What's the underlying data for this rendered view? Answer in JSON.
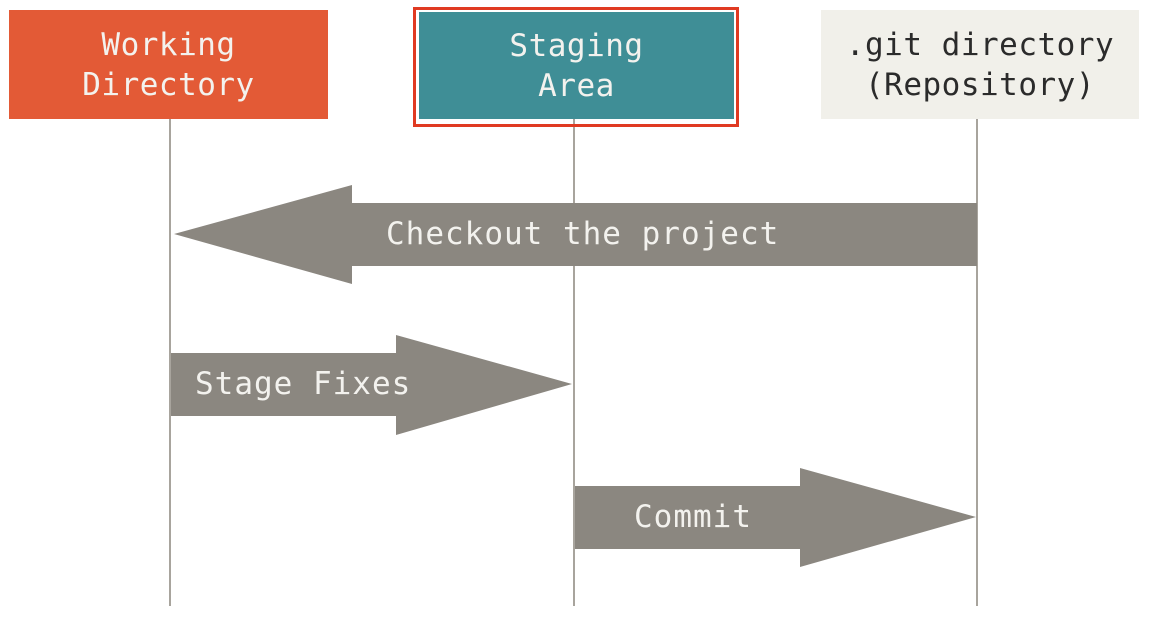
{
  "colors": {
    "working_directory": "#e35a36",
    "staging_area": "#3f8e96",
    "repository": "#f1f0ea",
    "arrow": "#8b8780",
    "lifeline": "#a8a49d",
    "highlight": "#e03a22",
    "label_light": "#f3f2ee",
    "label_dark": "#2b2b2b"
  },
  "columns": {
    "working_directory": {
      "line1": "Working",
      "line2": "Directory"
    },
    "staging_area": {
      "line1": "Staging",
      "line2": "Area"
    },
    "repository": {
      "line1": ".git directory",
      "line2": "(Repository)"
    }
  },
  "arrows": {
    "checkout": {
      "label": "Checkout the project",
      "from": "repository",
      "to": "working_directory"
    },
    "stage": {
      "label": "Stage Fixes",
      "from": "working_directory",
      "to": "staging_area"
    },
    "commit": {
      "label": "Commit",
      "from": "staging_area",
      "to": "repository"
    }
  },
  "highlighted": "staging_area"
}
